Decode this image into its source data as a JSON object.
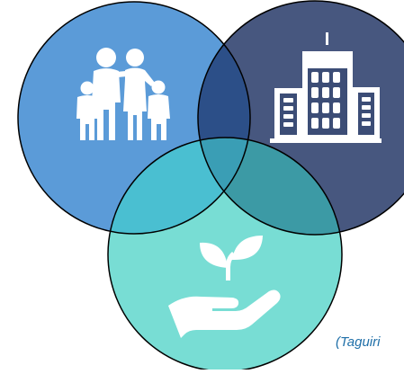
{
  "diagram": {
    "type": "venn",
    "circles": [
      {
        "id": "family",
        "icon": "family-icon",
        "fill": "#5b9bd8"
      },
      {
        "id": "business",
        "icon": "office-building-icon",
        "fill": "#47577f"
      },
      {
        "id": "environment",
        "icon": "hand-holding-plant-icon",
        "fill": "#78ddd4"
      }
    ],
    "overlap_colors": {
      "family_business": "#2c4f88",
      "family_environment": "#4abfd1",
      "business_environment": "#3c9aa5",
      "center": "#3a9eb5"
    },
    "outline_color": "#000000"
  },
  "citation": {
    "text": "(Taguiri",
    "color": "#1f6fa8"
  }
}
